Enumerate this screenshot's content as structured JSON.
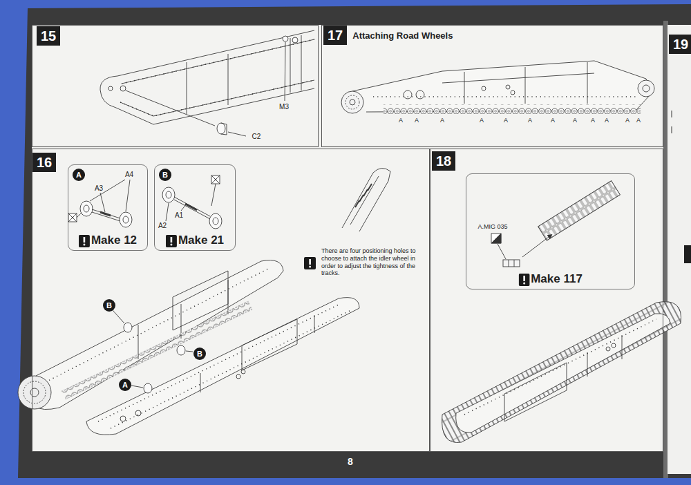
{
  "diagram": {
    "nodes": [
      {
        "text": [
          "15"
        ]
      },
      {
        "text": [
          "17",
          "Attaching Road Wheels"
        ]
      },
      {
        "text": [
          "19"
        ]
      },
      {
        "text": [
          "16"
        ]
      },
      {
        "text": [
          "Make 12"
        ],
        "in": 3
      },
      {
        "text": [
          "A"
        ],
        "in": 4
      },
      {
        "text": [
          "Make 21"
        ],
        "in": 3
      },
      {
        "text": [
          "B"
        ],
        "in": 6
      },
      {
        "text": [
          "B"
        ],
        "in": 3
      },
      {
        "text": [
          "B"
        ],
        "in": 3
      },
      {
        "text": [
          "A"
        ],
        "in": 3
      },
      {
        "text": [
          "18"
        ]
      },
      {
        "text": [
          "Make 117"
        ],
        "in": 11
      }
    ],
    "labels": [
      "M3",
      "C2",
      "A",
      "A",
      "A",
      "A",
      "A",
      "A",
      "A",
      "A",
      "A",
      "A",
      "A",
      "A",
      "A4",
      "A3",
      "A1",
      "A2",
      "There are four positioning holes to choose to attach the idler wheel in order to adjust the tightness of the tracks.",
      "A.MIG 035",
      "8"
    ]
  }
}
